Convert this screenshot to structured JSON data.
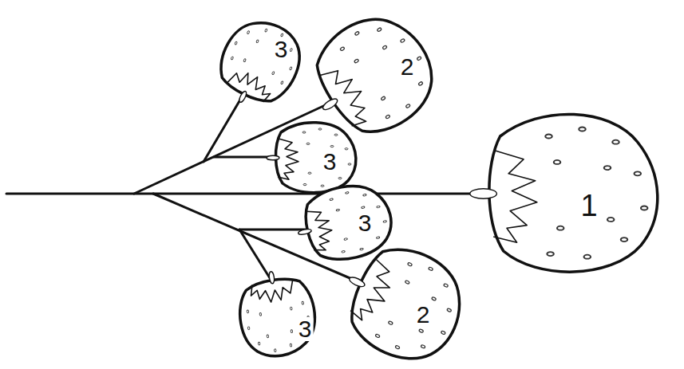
{
  "diagram": {
    "labels": [
      "3",
      "2",
      "3",
      "1",
      "3",
      "2",
      "3"
    ]
  }
}
